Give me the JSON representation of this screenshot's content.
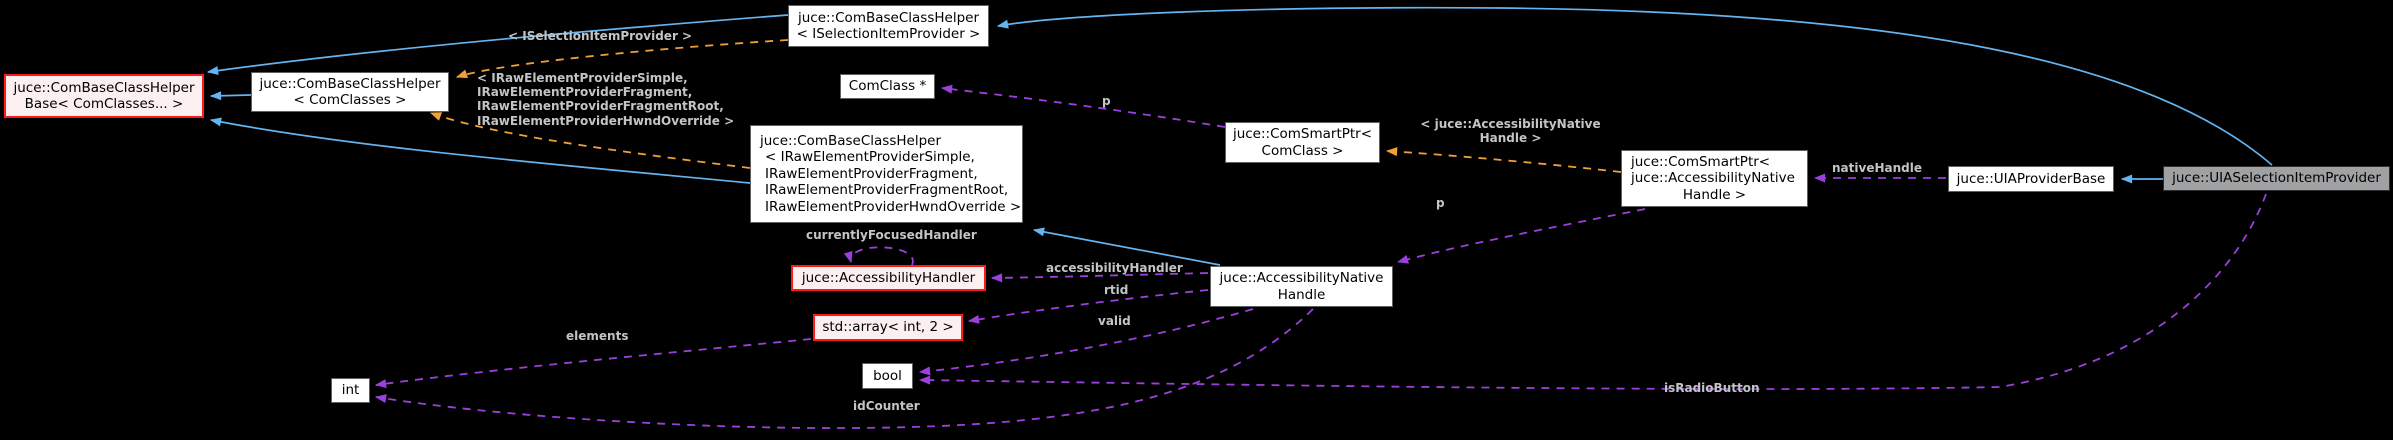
{
  "diagram": {
    "kind": "doxygen-collaboration-graph",
    "focus_class": "juce::UIASelectionItemProvider"
  },
  "colors": {
    "background": "#000000",
    "inheritance_edge": "#63B4F0",
    "template_edge": "#F0A037",
    "usage_edge": "#9B40DC",
    "edge_label": "#C2C4C6",
    "node_bg": "#FFFFFF",
    "node_border": "#5E5E5E",
    "truncated_border": "#FF1A1A",
    "truncated_bg": "#FCEFEF",
    "focus_bg": "#A0A1A3",
    "node_text": "#000000"
  },
  "nodes": {
    "com_base_class_helper_base": {
      "lines": [
        "juce::ComBaseClassHelper",
        "Base< ComClasses... >"
      ]
    },
    "com_base_class_helper_comclasses": {
      "lines": [
        "juce::ComBaseClassHelper",
        "< ComClasses >"
      ]
    },
    "com_base_class_helper_iselection": {
      "lines": [
        "juce::ComBaseClassHelper",
        "< ISelectionItemProvider >"
      ]
    },
    "comclass_ptr": {
      "lines": [
        "ComClass *"
      ]
    },
    "com_base_class_helper_iraw": {
      "lines": [
        "juce::ComBaseClassHelper",
        "< IRawElementProviderSimple,",
        "IRawElementProviderFragment,",
        "IRawElementProviderFragmentRoot,",
        "IRawElementProviderHwndOverride >"
      ]
    },
    "com_smart_ptr_comclass": {
      "lines": [
        "juce::ComSmartPtr<",
        "ComClass >"
      ]
    },
    "com_smart_ptr_anh": {
      "lines": [
        "juce::ComSmartPtr<",
        "juce::AccessibilityNative",
        "Handle >"
      ]
    },
    "uia_provider_base": {
      "lines": [
        "juce::UIAProviderBase"
      ]
    },
    "uia_selection_item_provider": {
      "lines": [
        "juce::UIASelectionItemProvider"
      ]
    },
    "accessibility_handler": {
      "lines": [
        "juce::AccessibilityHandler"
      ]
    },
    "std_array_int_2": {
      "lines": [
        "std::array< int, 2 >"
      ]
    },
    "bool_type": {
      "lines": [
        "bool"
      ]
    },
    "int_type": {
      "lines": [
        "int"
      ]
    },
    "accessibility_native_handle": {
      "lines": [
        "juce::AccessibilityNative",
        "Handle"
      ]
    }
  },
  "edge_labels": {
    "template_iselection": "< ISelectionItemProvider >",
    "template_iraw": {
      "lines": [
        "< IRawElementProviderSimple,",
        "IRawElementProviderFragment,",
        "IRawElementProviderFragmentRoot,",
        "IRawElementProviderHwndOverride >"
      ]
    },
    "template_anh": {
      "lines": [
        "< juce::AccessibilityNative",
        "Handle >"
      ]
    },
    "p_comclass": "p",
    "p_anh": "p",
    "native_handle": "nativeHandle",
    "currently_focused_handler": "currentlyFocusedHandler",
    "accessibility_handler": "accessibilityHandler",
    "rtid": "rtid",
    "valid": "valid",
    "elements": "elements",
    "id_counter": "idCounter",
    "is_radio_button": "isRadioButton"
  }
}
